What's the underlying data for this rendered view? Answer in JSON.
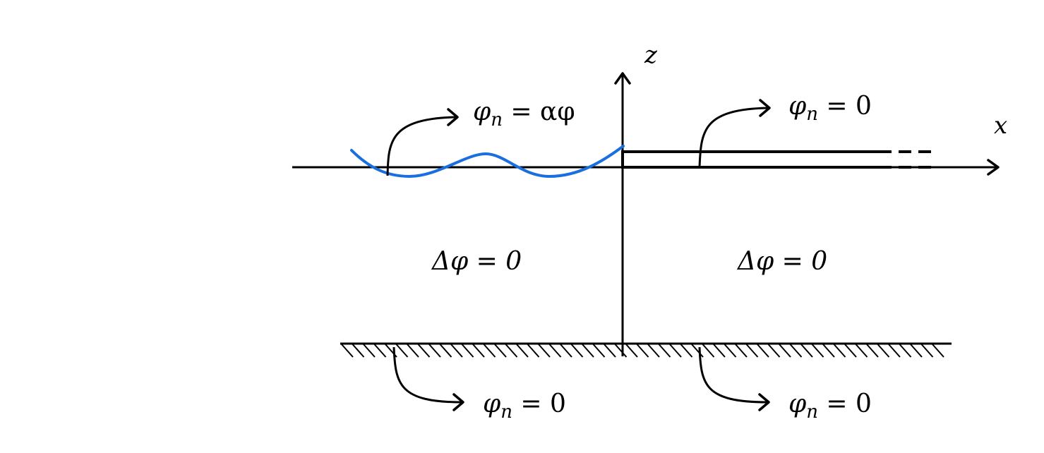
{
  "axes": {
    "x_label": "x",
    "z_label": "z"
  },
  "regions": {
    "left_equation": "Δφ = 0",
    "right_equation": "Δφ = 0"
  },
  "boundary_conditions": {
    "free_surface": "φ",
    "free_surface_sub": "n",
    "free_surface_rhs": " = αφ",
    "plate": "φ",
    "plate_sub": "n",
    "plate_rhs": " = 0",
    "bottom_left": "φ",
    "bottom_left_sub": "n",
    "bottom_left_rhs": " = 0",
    "bottom_right": "φ",
    "bottom_right_sub": "n",
    "bottom_right_rhs": " = 0"
  },
  "colors": {
    "wave": "#1a6fe0",
    "lines": "#000000"
  }
}
